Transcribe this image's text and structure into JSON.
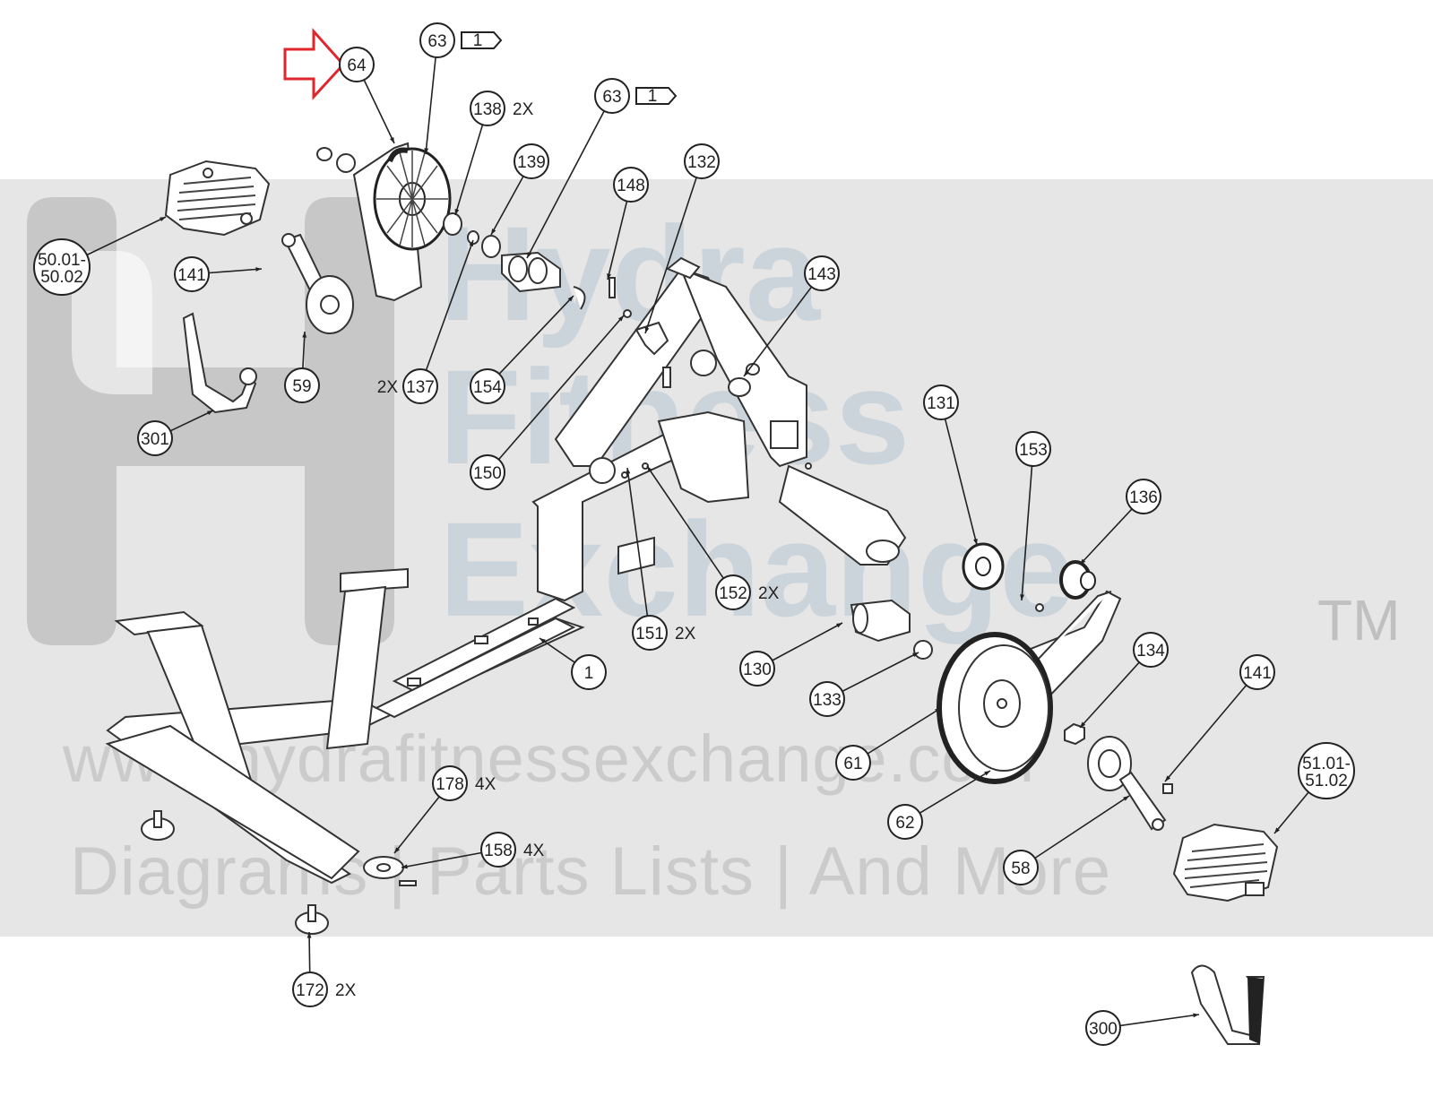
{
  "watermark": {
    "brand_line1": "Hydra",
    "brand_line2": "Fitness",
    "brand_line3": "Exchange",
    "trademark": "TM",
    "url": "www.hydrafitnessexchange.com",
    "tagline": "Diagrams | Parts Lists | And More"
  },
  "colors": {
    "highlight_arrow": "#e0262b",
    "band": "#e6e6e6",
    "line": "#333333"
  },
  "callouts": [
    {
      "label": "64",
      "qty": ""
    },
    {
      "label": "63",
      "qty": "1"
    },
    {
      "label": "63",
      "qty": "1"
    },
    {
      "label": "138",
      "qty": "2X"
    },
    {
      "label": "139",
      "qty": ""
    },
    {
      "label": "148",
      "qty": ""
    },
    {
      "label": "132",
      "qty": ""
    },
    {
      "label": "50.01-\n50.02",
      "qty": ""
    },
    {
      "label": "141",
      "qty": ""
    },
    {
      "label": "59",
      "qty": ""
    },
    {
      "label": "137",
      "qty": "2X"
    },
    {
      "label": "154",
      "qty": ""
    },
    {
      "label": "143",
      "qty": ""
    },
    {
      "label": "301",
      "qty": ""
    },
    {
      "label": "150",
      "qty": ""
    },
    {
      "label": "131",
      "qty": ""
    },
    {
      "label": "153",
      "qty": ""
    },
    {
      "label": "136",
      "qty": ""
    },
    {
      "label": "152",
      "qty": "2X"
    },
    {
      "label": "151",
      "qty": "2X"
    },
    {
      "label": "1",
      "qty": ""
    },
    {
      "label": "130",
      "qty": ""
    },
    {
      "label": "133",
      "qty": ""
    },
    {
      "label": "134",
      "qty": ""
    },
    {
      "label": "141",
      "qty": ""
    },
    {
      "label": "51.01-\n51.02",
      "qty": ""
    },
    {
      "label": "61",
      "qty": ""
    },
    {
      "label": "62",
      "qty": ""
    },
    {
      "label": "58",
      "qty": ""
    },
    {
      "label": "178",
      "qty": "4X"
    },
    {
      "label": "158",
      "qty": "4X"
    },
    {
      "label": "172",
      "qty": "2X"
    },
    {
      "label": "300",
      "qty": ""
    }
  ]
}
